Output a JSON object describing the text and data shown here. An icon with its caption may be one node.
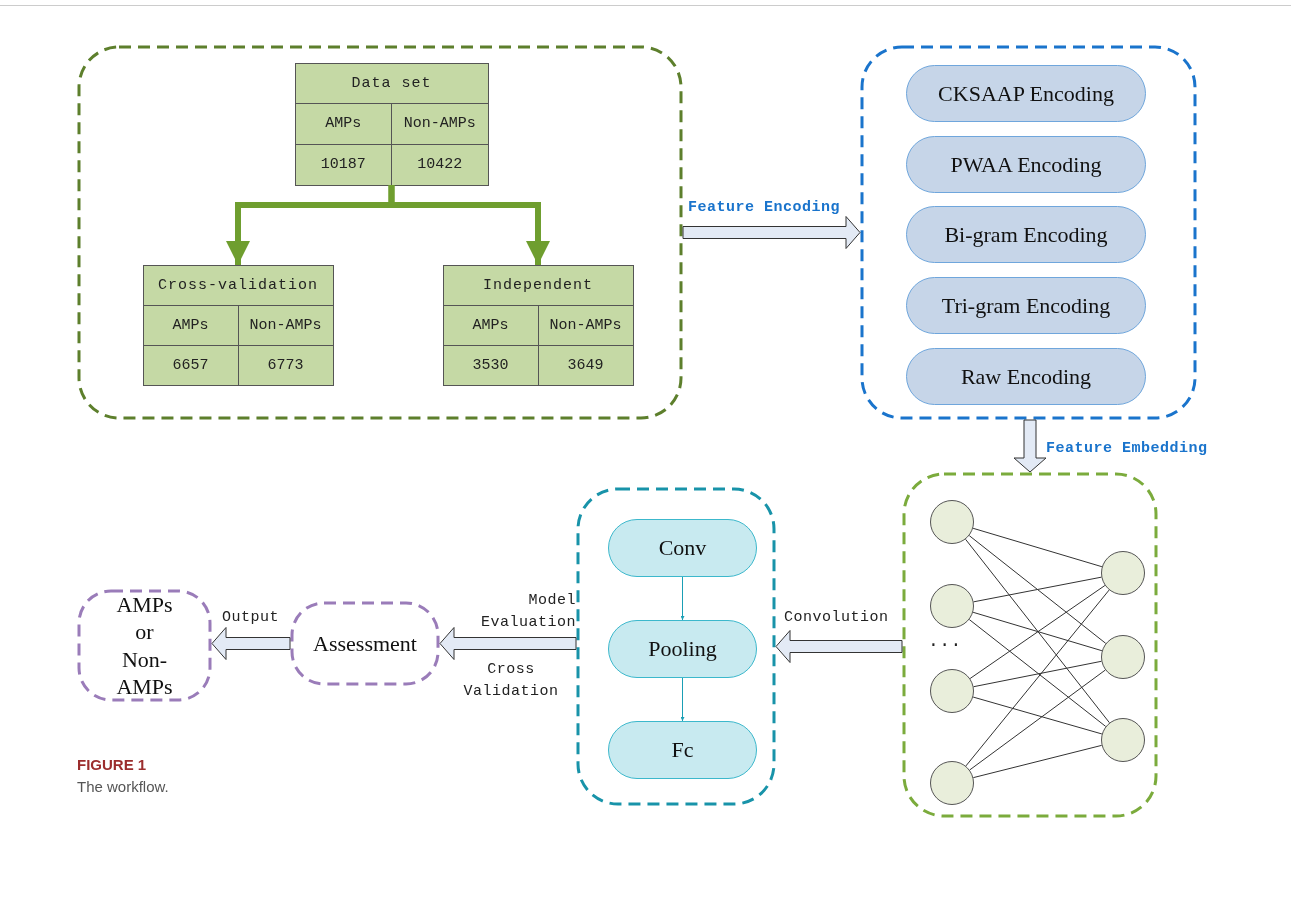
{
  "diagram": {
    "title": "FIGURE 1",
    "caption": "The workflow.",
    "nodes": [
      {
        "text": [],
        "shape": "box"
      },
      {
        "text": [
          "Data set",
          "AMPs",
          "Non-AMPs",
          "10187",
          "10422"
        ],
        "in": 0
      },
      {
        "text": [
          "Cross-validation",
          "AMPs",
          "Non-AMPs",
          "6657",
          "6773"
        ],
        "in": 0
      },
      {
        "text": [
          "Independent",
          "AMPs",
          "Non-AMPs",
          "3530",
          "3649"
        ],
        "in": 0
      },
      {
        "text": [],
        "shape": "box"
      },
      {
        "text": [
          "CKSAAP Encoding"
        ],
        "in": 4
      },
      {
        "text": [
          "PWAA Encoding"
        ],
        "in": 4
      },
      {
        "text": [
          "Bi-gram Encoding"
        ],
        "in": 4
      },
      {
        "text": [
          "Tri-gram Encoding"
        ],
        "in": 4
      },
      {
        "text": [
          "Raw Encoding"
        ],
        "in": 4
      },
      {
        "text": [],
        "shape": "box"
      },
      {
        "text": [],
        "shape": "circle",
        "in": 10
      },
      {
        "text": [],
        "shape": "circle",
        "in": 10
      },
      {
        "text": [],
        "shape": "circle",
        "in": 10
      },
      {
        "text": [],
        "shape": "circle",
        "in": 10
      },
      {
        "text": [],
        "shape": "circle",
        "in": 10
      },
      {
        "text": [],
        "shape": "circle",
        "in": 10
      },
      {
        "text": [],
        "shape": "circle",
        "in": 10
      },
      {
        "text": [],
        "shape": "box"
      },
      {
        "text": [
          "Conv"
        ],
        "in": 18
      },
      {
        "text": [
          "Pooling"
        ],
        "in": 18
      },
      {
        "text": [
          "Fc"
        ],
        "in": 18
      },
      {
        "text": [
          "Assessment"
        ]
      },
      {
        "text": [
          "AMPs or Non-AMPs"
        ]
      }
    ],
    "edges": [
      {
        "from": 1,
        "to": 2,
        "arrow": "to",
        "style": "thick",
        "color": "#6f9e2f"
      },
      {
        "from": 1,
        "to": 3,
        "arrow": "to",
        "style": "thick",
        "color": "#6f9e2f"
      },
      {
        "from": 0,
        "to": 4,
        "arrow": "to",
        "label": "Feature Encoding",
        "style": "thick"
      },
      {
        "from": 4,
        "to": 10,
        "arrow": "to",
        "label": "Feature Embedding",
        "style": "thick"
      },
      {
        "from": 10,
        "to": 18,
        "arrow": "to",
        "label": "Convolution",
        "style": "thick"
      },
      {
        "from": 18,
        "to": 22,
        "arrow": "to",
        "label": "Model Evaluation",
        "style": "thick"
      },
      {
        "from": 22,
        "to": 23,
        "arrow": "to",
        "label": "Output",
        "style": "thick"
      },
      {
        "from": 19,
        "to": 20,
        "arrow": "to",
        "color": "#1a9fb5"
      },
      {
        "from": 20,
        "to": 21,
        "arrow": "to",
        "color": "#1a9fb5"
      },
      {
        "from": 11,
        "to": 15,
        "arrow": "none"
      },
      {
        "from": 11,
        "to": 16,
        "arrow": "none"
      },
      {
        "from": 11,
        "to": 17,
        "arrow": "none"
      },
      {
        "from": 12,
        "to": 15,
        "arrow": "none"
      },
      {
        "from": 12,
        "to": 16,
        "arrow": "none"
      },
      {
        "from": 12,
        "to": 17,
        "arrow": "none"
      },
      {
        "from": 13,
        "to": 15,
        "arrow": "none"
      },
      {
        "from": 13,
        "to": 16,
        "arrow": "none"
      },
      {
        "from": 13,
        "to": 17,
        "arrow": "none"
      },
      {
        "from": 14,
        "to": 15,
        "arrow": "none"
      },
      {
        "from": 14,
        "to": 16,
        "arrow": "none"
      },
      {
        "from": 14,
        "to": 17,
        "arrow": "none"
      }
    ],
    "labels": [
      "···",
      "Cross Validation"
    ]
  }
}
